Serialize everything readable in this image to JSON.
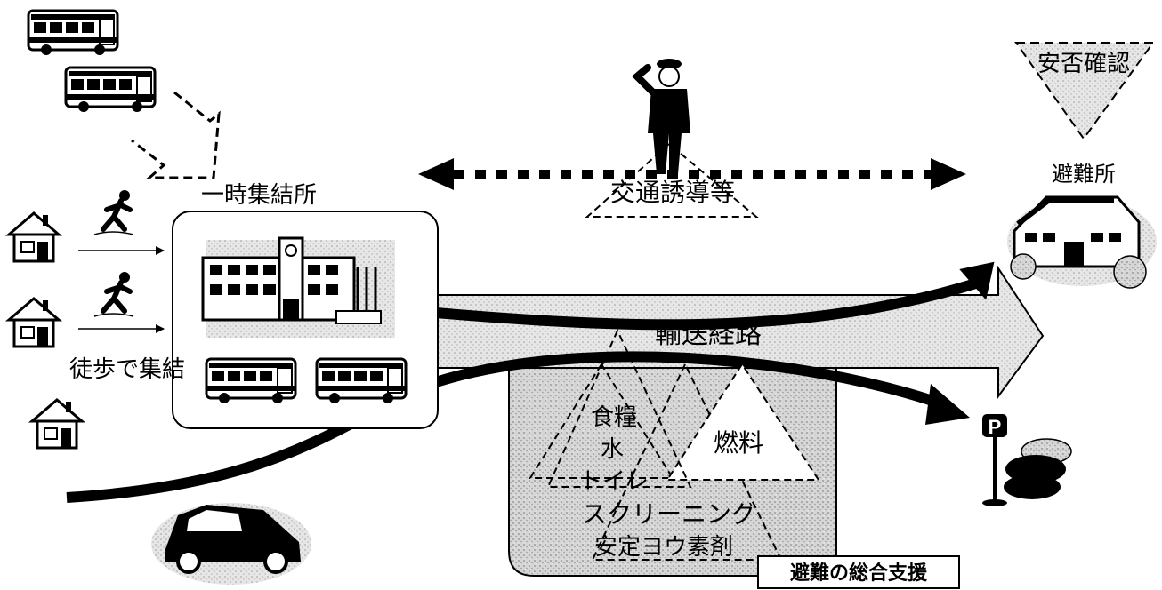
{
  "labels": {
    "temporary_assembly": "一時集結所",
    "walk_assembly": "徒歩で集結",
    "traffic_guidance": "交通誘導等",
    "shelter": "避難所",
    "safety_check": "安否確認",
    "transport_route": "輸送経路",
    "food_water_toilet": [
      "食糧",
      "水",
      "トイレ"
    ],
    "fuel": "燃料",
    "screening": "スクリーニング",
    "iodine": "安定ヨウ素剤",
    "evacuation_support": "避難の総合支援"
  },
  "icons": [
    "bus-icon",
    "runner-icon",
    "house-icon",
    "school-building-icon",
    "police-officer-icon",
    "shelter-building-icon",
    "car-icon",
    "parking-sign-icon"
  ],
  "colors": {
    "stipple": "#c4c4c4",
    "ink": "#000000"
  }
}
